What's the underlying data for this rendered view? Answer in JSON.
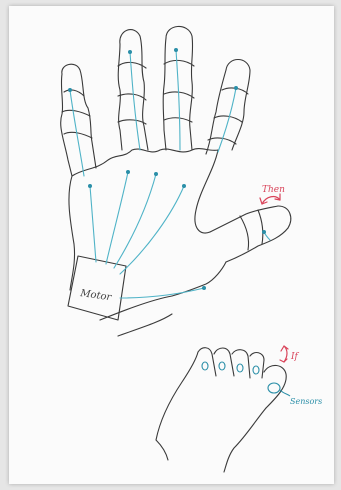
{
  "labels": {
    "motor": "Motor",
    "then": "Then",
    "if": "If",
    "sensors": "Sensors"
  },
  "colors": {
    "ink": "#3a3a3a",
    "tendon": "#4fb3c7",
    "annotation_red": "#d9445a",
    "sensor_teal": "#2b8fa8"
  }
}
